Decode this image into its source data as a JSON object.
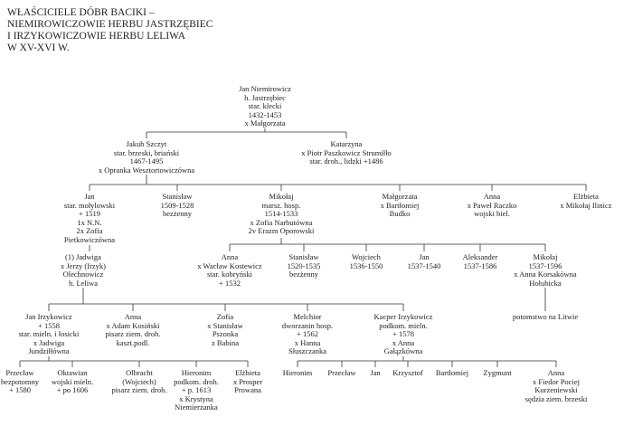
{
  "title": {
    "lines": [
      "WŁAŚCICIELE DÓBR BACIKI –",
      "NIEMIROWICZOWIE HERBU JASTRZĘBIEC",
      "I IRZYKOWICZOWIE HERBU LELIWA",
      "W XV-XVI W."
    ]
  },
  "persons": [
    {
      "id": "jan_niemirowicz",
      "lines": [
        "Jan Niemirowicz",
        "h. Jastrzębiec",
        "star. klecki",
        "1432-1453",
        "x Małgorzata"
      ]
    },
    {
      "id": "jakub_szczyt",
      "lines": [
        "Jakub Szczyt",
        "star. brzeski, briański",
        "1467-1495",
        "x Opranka Wesztortowiczówna"
      ]
    },
    {
      "id": "katarzyna",
      "lines": [
        "Katarzyna",
        "x Piotr Paszkowicz Strumiłło",
        "star. droh., lidzki +1486"
      ]
    },
    {
      "id": "jan_molylowski",
      "lines": [
        "Jan",
        "star. mołylowski",
        "+ 1519",
        "1x N.N.",
        "2x Zofia",
        "Pietkowiczówna"
      ]
    },
    {
      "id": "stanislaw_1",
      "lines": [
        "Stanisław",
        "1509-1528",
        "bezżenny"
      ]
    },
    {
      "id": "mikolaj_1",
      "lines": [
        "Mikołaj",
        "marsz. hosp.",
        "1514-1533",
        "x Zofia Narbutówna",
        "2v Erazm Oporowski"
      ]
    },
    {
      "id": "malgorzata",
      "lines": [
        "Małgorzata",
        "x Bartłomiej",
        "Budko"
      ]
    },
    {
      "id": "anna_1",
      "lines": [
        "Anna",
        "x Paweł Raczko",
        "wojski biel."
      ]
    },
    {
      "id": "elzbieta_1",
      "lines": [
        "Elżbieta",
        "x Mikołaj Ilinicz"
      ]
    },
    {
      "id": "jadwiga",
      "lines": [
        "(1) Jadwiga",
        "x Jerzy (Irzyk)",
        "Olechnowicz",
        "h. Leliwa"
      ]
    },
    {
      "id": "anna_2",
      "lines": [
        "Anna",
        "x Wacław Kostewicz",
        "star. kobryński",
        "+ 1532"
      ]
    },
    {
      "id": "stanislaw_2",
      "lines": [
        "Stanisław",
        "1520-1535",
        "bezżenny"
      ]
    },
    {
      "id": "wojciech",
      "lines": [
        "Wojciech",
        "1536-1550"
      ]
    },
    {
      "id": "jan_2",
      "lines": [
        "Jan",
        "1537-1540"
      ]
    },
    {
      "id": "aleksander",
      "lines": [
        "Aleksander",
        "1537-1586"
      ]
    },
    {
      "id": "mikolaj_2",
      "lines": [
        "Mikołaj",
        "1537-1596",
        "x Anna Korsakówna",
        "Hołubicka"
      ]
    },
    {
      "id": "jan_irzykowicz",
      "lines": [
        "Jan Irzykowicz",
        "+ 1558",
        "star. mieln. i łosicki",
        "x Jadwiga",
        "Jundziłłówna"
      ]
    },
    {
      "id": "anna_3",
      "lines": [
        "Anna",
        "x Adam Kosiński",
        "pisarz ziem. droh.",
        "kaszt.podl."
      ]
    },
    {
      "id": "zofia",
      "lines": [
        "Zofia",
        "x Stanisław",
        "Pszonka",
        "z Babina"
      ]
    },
    {
      "id": "melchior",
      "lines": [
        "Melchior",
        "dworzanin hosp.",
        "+ 1562",
        "x Hanna",
        "Słuszczanka"
      ]
    },
    {
      "id": "kacper",
      "lines": [
        "Kacper Irzykowicz",
        "podkom. mieln.",
        "+ 1578",
        "x Anna",
        "Gałązkówna"
      ]
    },
    {
      "id": "potomstwo",
      "lines": [
        "potomstwo na Litwie"
      ]
    },
    {
      "id": "przeclaw_1",
      "lines": [
        "Przecław",
        "bezpotomny",
        "+ 1580"
      ]
    },
    {
      "id": "oktawian",
      "lines": [
        "Oktawian",
        "wojski mieln.",
        "+ po 1606"
      ]
    },
    {
      "id": "olbracht",
      "lines": [
        "Olbracht",
        "(Wojciech)",
        "pisarz ziem. droh."
      ]
    },
    {
      "id": "hieronim_1",
      "lines": [
        "Hieronim",
        "podkom. droh.",
        "+ p. 1613",
        "x Krystyna",
        "Niemierzanka"
      ]
    },
    {
      "id": "elzbieta_2",
      "lines": [
        "Elżbieta",
        "x Prosper",
        "Prowana"
      ]
    },
    {
      "id": "hieronim_2",
      "lines": [
        "Hieronim"
      ]
    },
    {
      "id": "przeclaw_2",
      "lines": [
        "Przecław"
      ]
    },
    {
      "id": "jan_3",
      "lines": [
        "Jan"
      ]
    },
    {
      "id": "krzysztof",
      "lines": [
        "Krzysztof"
      ]
    },
    {
      "id": "bartlomiej",
      "lines": [
        "Bartłomiej"
      ]
    },
    {
      "id": "zygmunt",
      "lines": [
        "Zygmunt"
      ]
    },
    {
      "id": "anna_4",
      "lines": [
        "Anna",
        "x Fiedor Pociej",
        "Korzeniewski",
        "sędzia ziem. brzeski"
      ]
    }
  ]
}
